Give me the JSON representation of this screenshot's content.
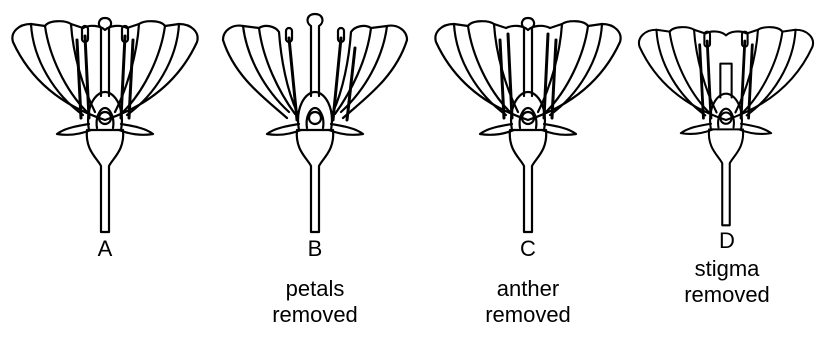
{
  "figures": [
    {
      "letter": "A",
      "caption_line1": "",
      "caption_line2": ""
    },
    {
      "letter": "B",
      "caption_line1": "petals",
      "caption_line2": "removed"
    },
    {
      "letter": "C",
      "caption_line1": "anther",
      "caption_line2": "removed"
    },
    {
      "letter": "D",
      "caption_line1": "stigma",
      "caption_line2": "removed"
    }
  ]
}
